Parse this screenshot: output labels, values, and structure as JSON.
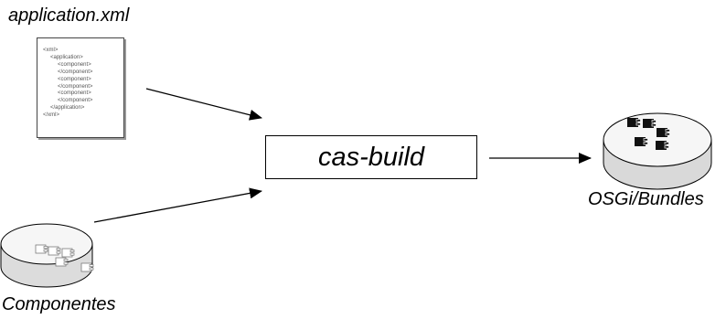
{
  "labels": {
    "application_xml": "application.xml",
    "componentes": "Componentes",
    "osgi_bundles": "OSGi/Bundles",
    "cas_build": "cas-build"
  },
  "xml_document": {
    "lines": [
      {
        "text": "<xml>",
        "indent": 0
      },
      {
        "text": "<application>",
        "indent": 1
      },
      {
        "text": "<component>",
        "indent": 2
      },
      {
        "text": "</component>",
        "indent": 2
      },
      {
        "text": "<component>",
        "indent": 2
      },
      {
        "text": "</component>",
        "indent": 2
      },
      {
        "text": "<component>",
        "indent": 2
      },
      {
        "text": "</component>",
        "indent": 2
      },
      {
        "text": "</application>",
        "indent": 1
      },
      {
        "text": "</xml>",
        "indent": 0
      }
    ]
  },
  "components_disk_icon_count": 5,
  "bundles_disk_icon_count": 5,
  "colors": {
    "stroke": "#000000",
    "disk_fill": "#f4f4f4",
    "disk_side": "#d9d9d9",
    "component_icon_outline": "#7a7a7a",
    "bundle_icon_fill": "#111111"
  }
}
